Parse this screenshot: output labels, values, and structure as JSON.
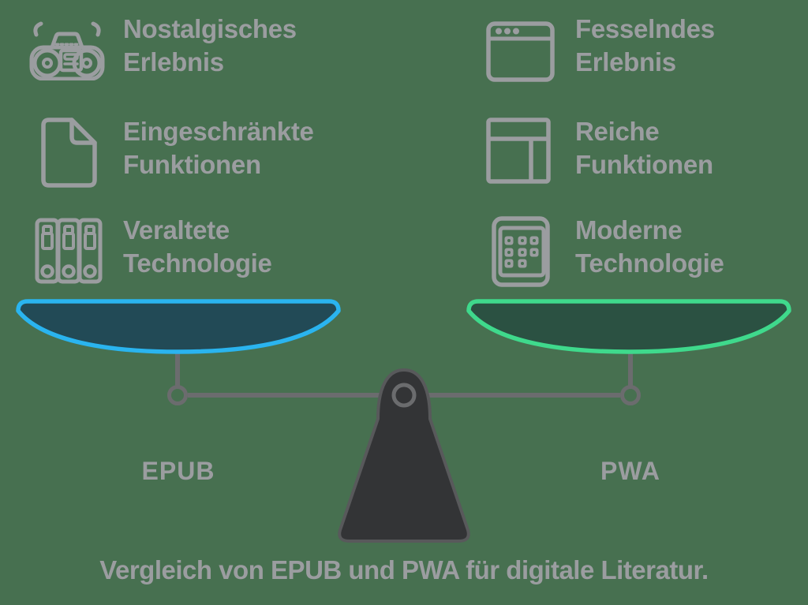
{
  "colors": {
    "background": "#477050",
    "text_gray": "#9B9DA0",
    "icon_gray": "#9B9DA0",
    "accent_blue": "#2AB4EF",
    "accent_green": "#3FD98C",
    "pan_blue_fill": "#224A56",
    "pan_green_fill": "#2B5142",
    "beam_gray": "#6B6C6E",
    "fulcrum_fill": "#333436",
    "fulcrum_stroke": "#58595B"
  },
  "features": {
    "left": [
      {
        "icon": "boombox-icon",
        "line1": "Nostalgisches",
        "line2": "Erlebnis"
      },
      {
        "icon": "document-icon",
        "line1": "Eingeschränkte",
        "line2": "Funktionen"
      },
      {
        "icon": "binders-icon",
        "line1": "Veraltete",
        "line2": "Technologie"
      }
    ],
    "right": [
      {
        "icon": "browser-window-icon",
        "line1": "Fesselndes",
        "line2": "Erlebnis"
      },
      {
        "icon": "layout-icon",
        "line1": "Reiche",
        "line2": "Funktionen"
      },
      {
        "icon": "keypad-icon",
        "line1": "Moderne",
        "line2": "Technologie"
      }
    ]
  },
  "scale": {
    "left_label": "EPUB",
    "right_label": "PWA"
  },
  "caption": "Vergleich von EPUB und PWA für digitale Literatur."
}
